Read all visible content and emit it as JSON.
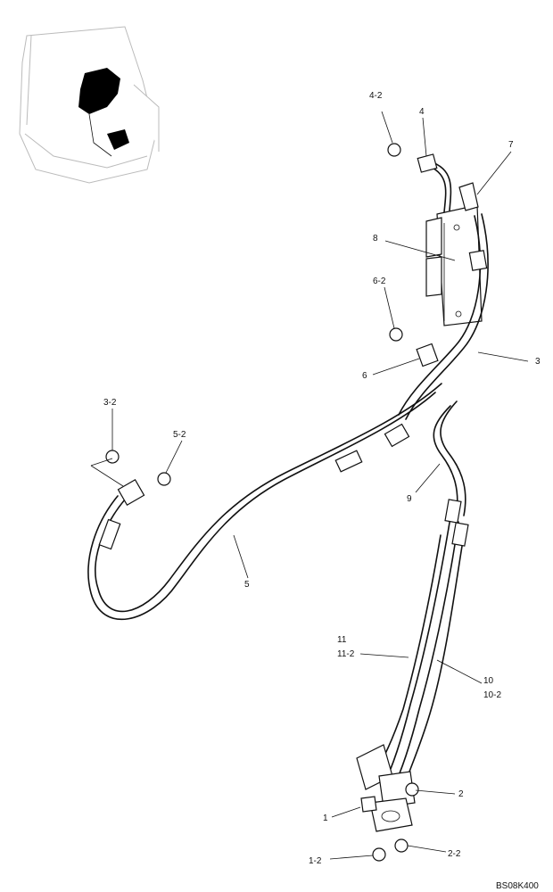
{
  "drawing_code": "BS08K400",
  "callouts": {
    "c1": "1",
    "c1_2": "1-2",
    "c2": "2",
    "c2_2": "2-2",
    "c3": "3",
    "c3_2": "3-2",
    "c4": "4",
    "c4_2": "4-2",
    "c5": "5",
    "c5_2": "5-2",
    "c6": "6",
    "c6_2": "6-2",
    "c7": "7",
    "c8": "8",
    "c9": "9",
    "c10": "10",
    "c10_2": "10-2",
    "c11": "11",
    "c11_2": "11-2"
  },
  "colors": {
    "line": "#111111",
    "locator_fill": "#000000",
    "locator_outline": "#bbbbbb"
  }
}
